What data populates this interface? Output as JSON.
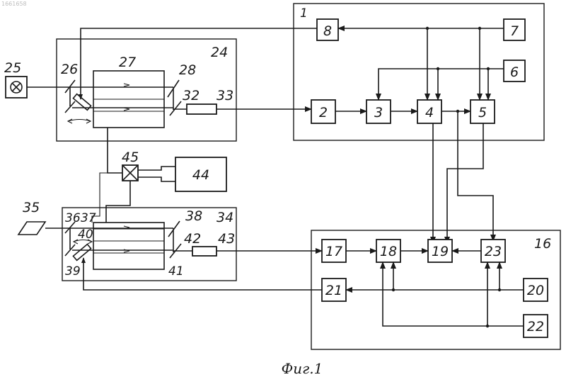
{
  "watermark": "1661658",
  "caption": "Фиг.1",
  "blocks": {
    "b2": "2",
    "b3": "3",
    "b4": "4",
    "b5": "5",
    "b6": "6",
    "b7": "7",
    "b8": "8",
    "b17": "17",
    "b18": "18",
    "b19": "19",
    "b20": "20",
    "b21": "21",
    "b22": "22",
    "b23": "23",
    "b44": "44"
  },
  "labels": {
    "l1": "1",
    "l16": "16",
    "l24": "24",
    "l25": "25",
    "l26": "26",
    "l27": "27",
    "l28": "28",
    "l32": "32",
    "l33": "33",
    "l34": "34",
    "l35": "35",
    "l36": "36",
    "l37": "37",
    "l38": "38",
    "l39": "39",
    "l40": "40",
    "l41": "41",
    "l42": "42",
    "l43": "43",
    "l45": "45"
  }
}
